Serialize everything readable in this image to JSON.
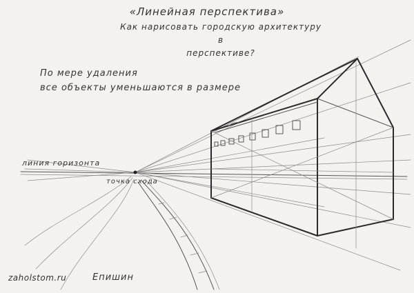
{
  "title": "«Линейная перспектива»",
  "subtitle_line1": "Как нарисовать городскую архитектуру в",
  "subtitle_line2": "перспективе?",
  "note_line1": "По мере удаления",
  "note_line2": "все объекты уменьшаются в размере",
  "horizon_label": "линия горизонта",
  "vanishing_point_label": "точка схода",
  "site": "zaholstom.ru",
  "author": "Епишин"
}
